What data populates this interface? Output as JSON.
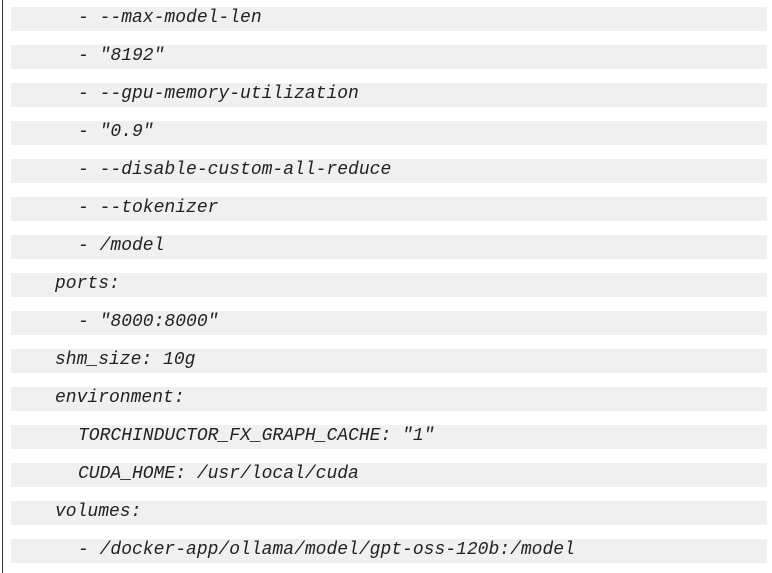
{
  "lines": [
    {
      "indent": 2,
      "text": "- --max-model-len"
    },
    {
      "indent": 2,
      "text": "- \"8192\""
    },
    {
      "indent": 2,
      "text": "- --gpu-memory-utilization"
    },
    {
      "indent": 2,
      "text": "- \"0.9\""
    },
    {
      "indent": 2,
      "text": "- --disable-custom-all-reduce"
    },
    {
      "indent": 2,
      "text": "- --tokenizer"
    },
    {
      "indent": 2,
      "text": "- /model"
    },
    {
      "indent": 0,
      "text": "ports:"
    },
    {
      "indent": 2,
      "text": "- \"8000:8000\""
    },
    {
      "indent": 0,
      "text": "shm_size: 10g"
    },
    {
      "indent": 0,
      "text": "environment:"
    },
    {
      "indent": 2,
      "text": "TORCHINDUCTOR_FX_GRAPH_CACHE: \"1\""
    },
    {
      "indent": 2,
      "text": "CUDA_HOME: /usr/local/cuda"
    },
    {
      "indent": 0,
      "text": "volumes:"
    },
    {
      "indent": 2,
      "text": "- /docker-app/ollama/model/gpt-oss-120b:/model"
    }
  ]
}
